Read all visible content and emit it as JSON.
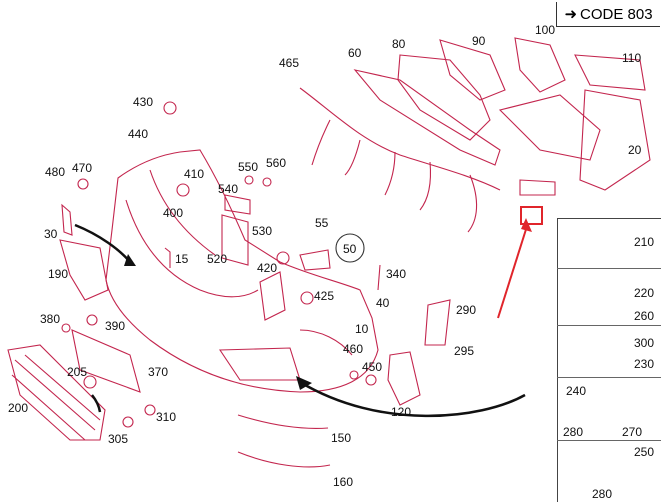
{
  "code_label": "CODE 803",
  "code_arrow": "arrow-right-icon",
  "highlight_color": "#e0252b",
  "part_color": "#c3264e",
  "part_numbers": {
    "p10": "10",
    "p15": "15",
    "p20": "20",
    "p30": "30",
    "p40": "40",
    "p50": "50",
    "p55": "55",
    "p60": "60",
    "p80": "80",
    "p90": "90",
    "p100": "100",
    "p110": "110",
    "p120": "120",
    "p150": "150",
    "p160": "160",
    "p190": "190",
    "p200": "200",
    "p205": "205",
    "p210": "210",
    "p220": "220",
    "p230": "230",
    "p240": "240",
    "p250": "250",
    "p260": "260",
    "p270": "270",
    "p280a": "280",
    "p280b": "280",
    "p290": "290",
    "p295": "295",
    "p300": "300",
    "p305": "305",
    "p310": "310",
    "p340": "340",
    "p370": "370",
    "p380": "380",
    "p390": "390",
    "p400": "400",
    "p410": "410",
    "p420": "420",
    "p425": "425",
    "p430": "430",
    "p440": "440",
    "p450": "450",
    "p460": "460",
    "p465": "465",
    "p470": "470",
    "p480": "480",
    "p520": "520",
    "p530": "530",
    "p540": "540",
    "p550": "550",
    "p560": "560"
  }
}
